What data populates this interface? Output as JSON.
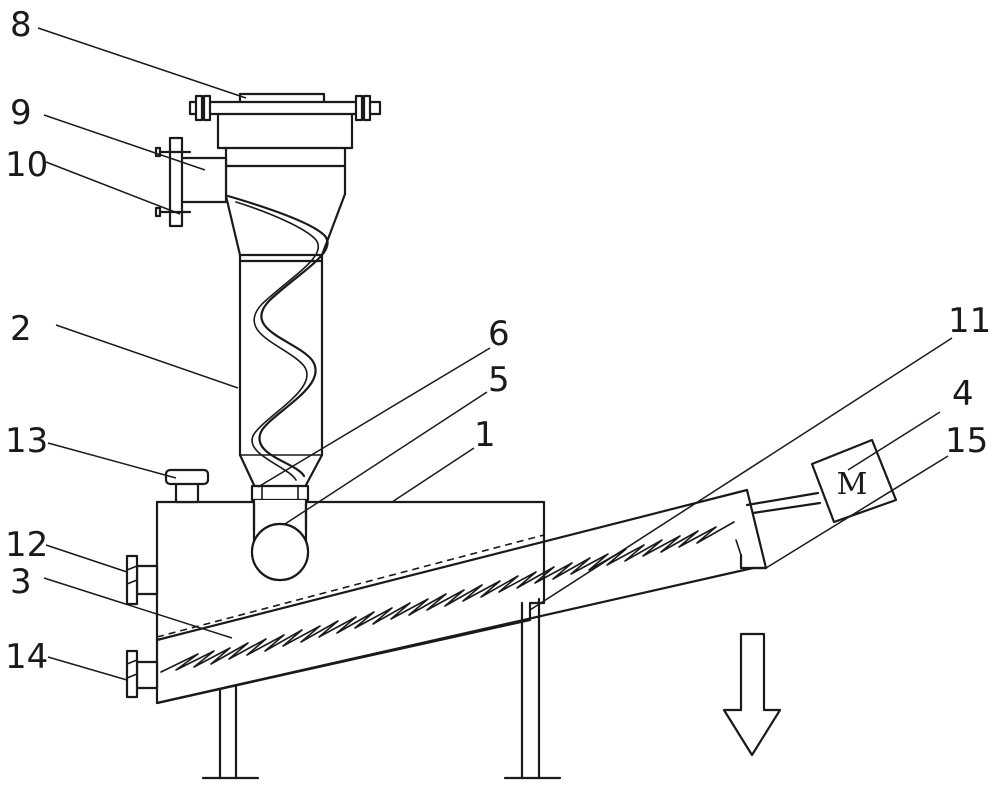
{
  "labels": {
    "l1": "1",
    "l2": "2",
    "l3": "3",
    "l4": "4",
    "l5": "5",
    "l6": "6",
    "l8": "8",
    "l9": "9",
    "l10": "10",
    "l11": "11",
    "l12": "12",
    "l13": "13",
    "l14": "14",
    "l15": "15"
  },
  "motor": {
    "symbol": "M"
  }
}
